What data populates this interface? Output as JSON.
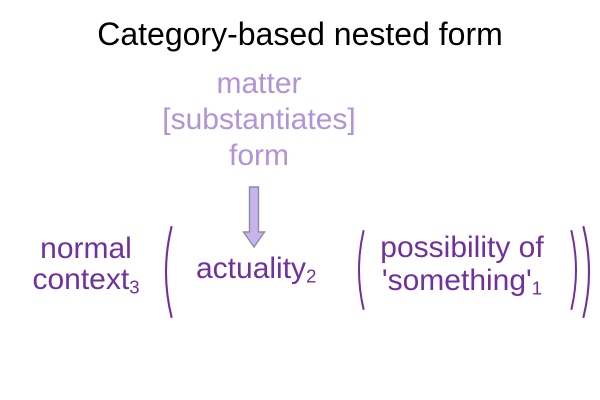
{
  "title": "Category-based nested form",
  "diagram": {
    "source": {
      "line1": "matter",
      "line2": "[substantiates]",
      "line3": "form"
    },
    "arrow": "down-block-arrow",
    "expression": {
      "outer_context": {
        "line1": "normal",
        "line2_base": "context",
        "line2_sub": "3"
      },
      "actuality": {
        "base": "actuality",
        "sub": "2"
      },
      "possibility": {
        "line1": "possibility of",
        "line2_base": "'something'",
        "line2_sub": "1"
      },
      "parens": {
        "open": "(",
        "close": ")"
      }
    }
  },
  "colors": {
    "title": "#000000",
    "light_purple": "#B293D6",
    "dark_purple": "#7030A0",
    "arrow_fill": "#C9B3EC",
    "arrow_stroke": "#908CA0",
    "background": "#FFFFFF"
  }
}
